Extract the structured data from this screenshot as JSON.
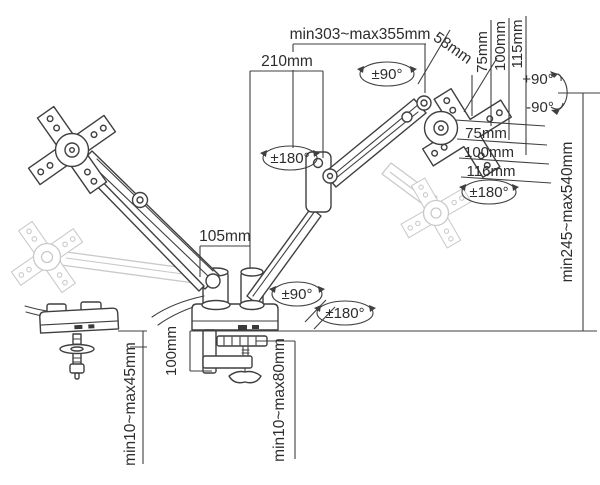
{
  "colors": {
    "background": "#ffffff",
    "line_art": "#3f3f3f",
    "ghost_gray": "#c9c9c9",
    "label_text": "#2d2d2d"
  },
  "diagram": {
    "labels": {
      "arm_reach": "min303~max355mm",
      "upper_arm": "210mm",
      "vesa_offset": "58mm",
      "pole_offset": "105mm",
      "height_range": "min245~max540mm",
      "grommet_range": "min10~max45mm",
      "clamp_depth": "100mm",
      "clamp_range": "min10~max80mm"
    },
    "vesa_vertical": [
      "75mm",
      "100mm",
      "115mm"
    ],
    "vesa_horizontal": [
      "75mm",
      "100mm",
      "116mm"
    ],
    "angles": {
      "tilt_up": "+90°",
      "tilt_down": "-90°",
      "head_swivel": "±90°",
      "elbow_rotate": "±180°",
      "vesa_rotate": "±180°",
      "base_swivel": "±90°",
      "base_rotate": "±180°"
    }
  }
}
